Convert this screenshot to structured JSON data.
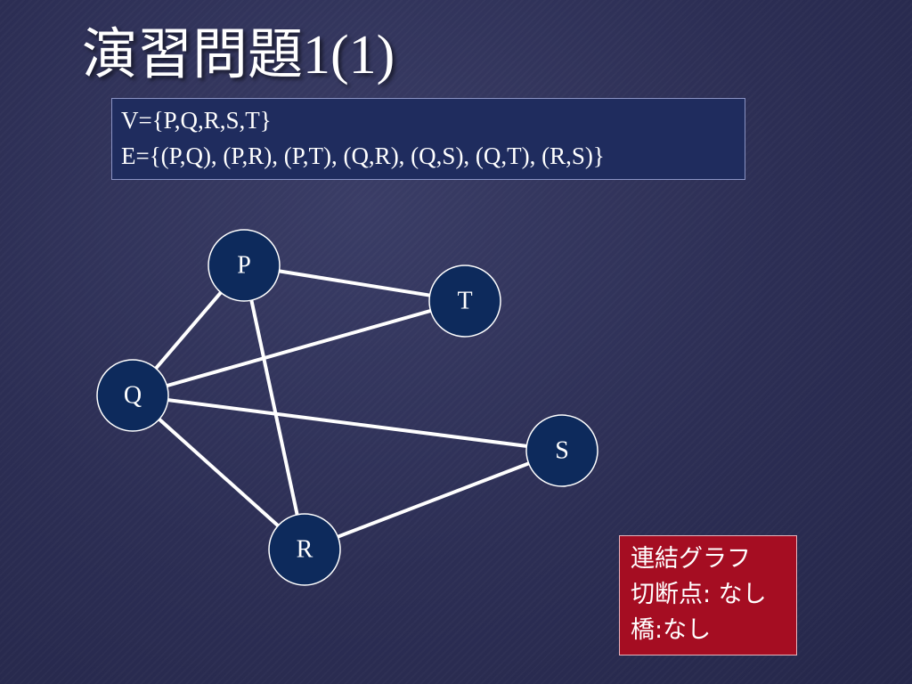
{
  "slide": {
    "title": "演習問題1(1)"
  },
  "definition": {
    "vertices_line": "V={P,Q,R,S,T}",
    "edges_line": "E={(P,Q), (P,R), (P,T), (Q,R), (Q,S), (Q,T), (R,S)}"
  },
  "graph": {
    "node_fill": "#0d2a5c",
    "node_stroke": "#ffffff",
    "edge_color": "#ffffff",
    "nodes": [
      {
        "id": "P",
        "label": "P"
      },
      {
        "id": "T",
        "label": "T"
      },
      {
        "id": "Q",
        "label": "Q"
      },
      {
        "id": "S",
        "label": "S"
      },
      {
        "id": "R",
        "label": "R"
      }
    ],
    "edges": [
      [
        "P",
        "Q"
      ],
      [
        "P",
        "R"
      ],
      [
        "P",
        "T"
      ],
      [
        "Q",
        "R"
      ],
      [
        "Q",
        "S"
      ],
      [
        "Q",
        "T"
      ],
      [
        "R",
        "S"
      ]
    ]
  },
  "result": {
    "color": "#a50d22",
    "line1": "連結グラフ",
    "line2": "切断点: なし",
    "line3": "橋:なし"
  }
}
